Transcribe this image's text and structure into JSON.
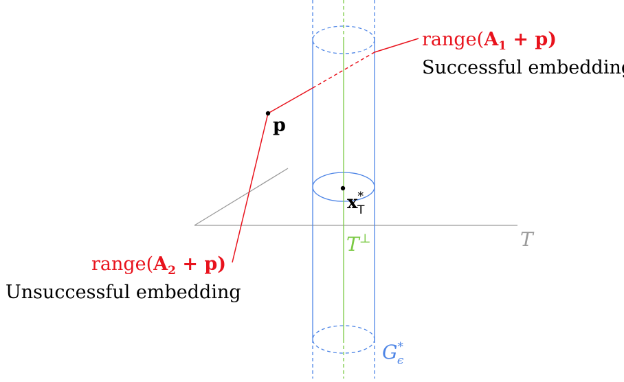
{
  "colors": {
    "red": "#e8121c",
    "blue": "#4f86e6",
    "green": "#7ac943",
    "gray": "#9a9a9a",
    "black": "#000000"
  },
  "labels": {
    "range1": {
      "prefix": "range(",
      "bold": "A",
      "sub": "1",
      "suffix": " + p)"
    },
    "successful": "Successful embedding",
    "range2": {
      "prefix": "range(",
      "bold": "A",
      "sub": "2",
      "suffix": " + p)"
    },
    "unsuccessful": "Unsuccessful embedding",
    "p": "p",
    "xstar": {
      "base": "x",
      "sup": "*",
      "sub": "T"
    },
    "tperp": {
      "base": "T",
      "sup": "⊥"
    },
    "T": "T",
    "G": {
      "base": "G",
      "sup": "*",
      "sub": "ϵ"
    }
  }
}
